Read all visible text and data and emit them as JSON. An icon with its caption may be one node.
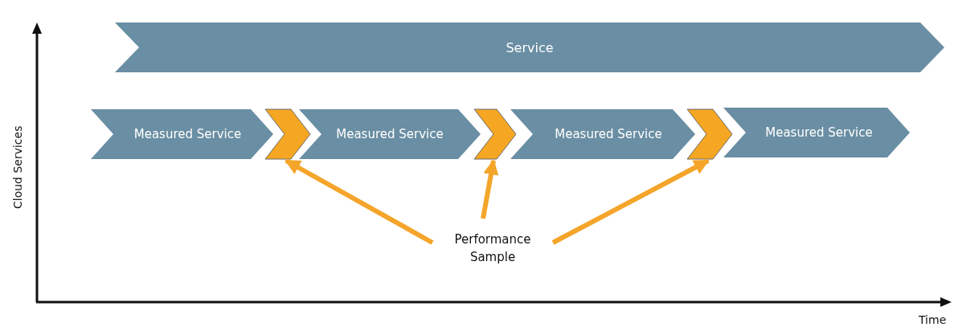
{
  "diagram": {
    "nodes": [
      {
        "text": [
          "Service"
        ]
      },
      {
        "text": [
          "Measured Service"
        ]
      },
      {
        "text": [
          "Measured Service"
        ]
      },
      {
        "text": [
          "Measured Service"
        ]
      },
      {
        "text": [
          "Measured Service"
        ]
      },
      {
        "text": [],
        "shape": "chevron"
      },
      {
        "text": [],
        "shape": "chevron"
      },
      {
        "text": [],
        "shape": "chevron"
      },
      {
        "text": [
          "Performance Sample"
        ]
      }
    ],
    "edges": [
      {
        "from": 8,
        "to": 5,
        "arrow": "to"
      },
      {
        "from": 8,
        "to": 6,
        "arrow": "to"
      },
      {
        "from": 8,
        "to": 7,
        "arrow": "to"
      }
    ],
    "labels": [
      "Cloud Services",
      "Time"
    ]
  }
}
